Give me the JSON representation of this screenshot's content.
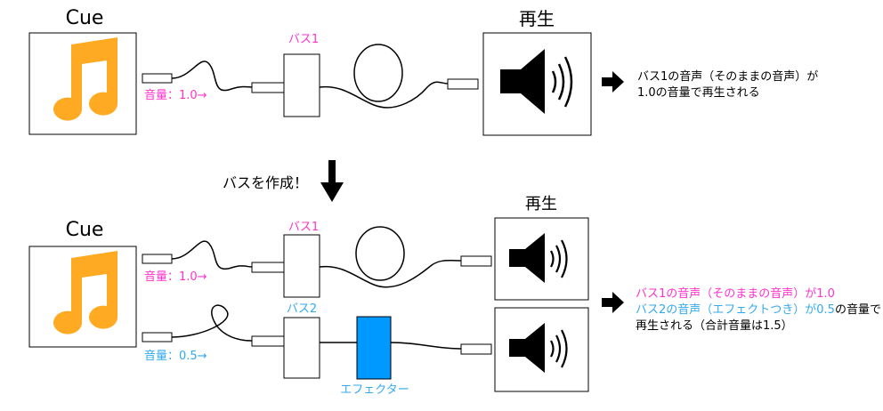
{
  "top": {
    "cue_label": "Cue",
    "volume_label": "音量：1.0→",
    "bus_label": "バス1",
    "play_label": "再生",
    "result_lines": [
      "バス1の音声（そのままの音声）が",
      "1.0の音量で再生される"
    ]
  },
  "middle": {
    "action_label": "バスを作成！"
  },
  "bottom": {
    "cue_label": "Cue",
    "volume1_label": "音量：1.0→",
    "volume2_label": "音量：0.5→",
    "bus1_label": "バス1",
    "bus2_label": "バス2",
    "effector_label": "エフェクター",
    "play_label": "再生",
    "result_line1": "バス1の音声（そのままの音声）が1.0",
    "result_line2_colored": "バス2の音声（エフェクトつき）が0.5",
    "result_line2_rest": "の音量で",
    "result_line3": "再生される（合計音量は1.5）"
  },
  "colors": {
    "magenta": "#ff33cc",
    "cyan": "#33aaee",
    "note": "#ffaa22",
    "effector": "#0099ff",
    "stroke": "#000000"
  },
  "icons": [
    "music-note-icon",
    "speaker-icon",
    "arrow-right-icon",
    "arrow-down-icon"
  ]
}
